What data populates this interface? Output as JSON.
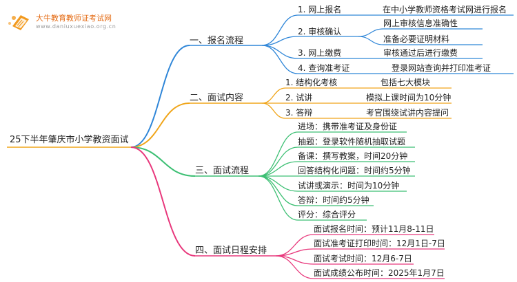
{
  "logo": {
    "name": "大牛教育教师证考试网",
    "url": "www.daniuxuexiao.org.cn",
    "icon": "open-book-logo-icon"
  },
  "colors": {
    "blue": "#2f86d8",
    "orange": "#f0a51a",
    "green": "#3cbf73",
    "pink": "#e8387c",
    "logo_orange": "#f29a1f"
  },
  "root": "25下半年肇庆市小学教资面试",
  "branches": [
    {
      "label": "一、报名流程",
      "items": [
        {
          "label": "1. 网上报名",
          "detail": "在中小学教师资格考试网进行报名"
        },
        {
          "label": "2. 审核确认",
          "details": [
            "网上审核信息准确性",
            "准备必要证明材料"
          ]
        },
        {
          "label": "3. 网上缴费",
          "detail": "审核通过后进行缴费"
        },
        {
          "label": "4. 查询准考证",
          "detail": "登录网站查询并打印准考证"
        }
      ]
    },
    {
      "label": "二、面试内容",
      "items": [
        {
          "label": "1. 结构化考核",
          "detail": "包括七大模块"
        },
        {
          "label": "2. 试讲",
          "detail": "模拟上课时间为10分钟"
        },
        {
          "label": "3. 答辩",
          "detail": "考官围绕试讲内容提问"
        }
      ]
    },
    {
      "label": "三、面试流程",
      "items": [
        {
          "label": "进场：携带准考证及身份证"
        },
        {
          "label": "抽题：登录软件随机抽取试题"
        },
        {
          "label": "备课：撰写教案，时间20分钟"
        },
        {
          "label": "回答结构化问题：时间约5分钟"
        },
        {
          "label": "试讲或演示：时间为10分钟"
        },
        {
          "label": "答辩：时间约5分钟"
        },
        {
          "label": "评分：综合评分"
        }
      ]
    },
    {
      "label": "四、面试日程安排",
      "items": [
        {
          "label": "面试报名时间：预计11月8-11日"
        },
        {
          "label": "面试准考证打印时间：12月1日-7日"
        },
        {
          "label": "面试考试时间：12月6-7日"
        },
        {
          "label": "面试成绩公布时间：2025年1月7日"
        }
      ]
    }
  ]
}
